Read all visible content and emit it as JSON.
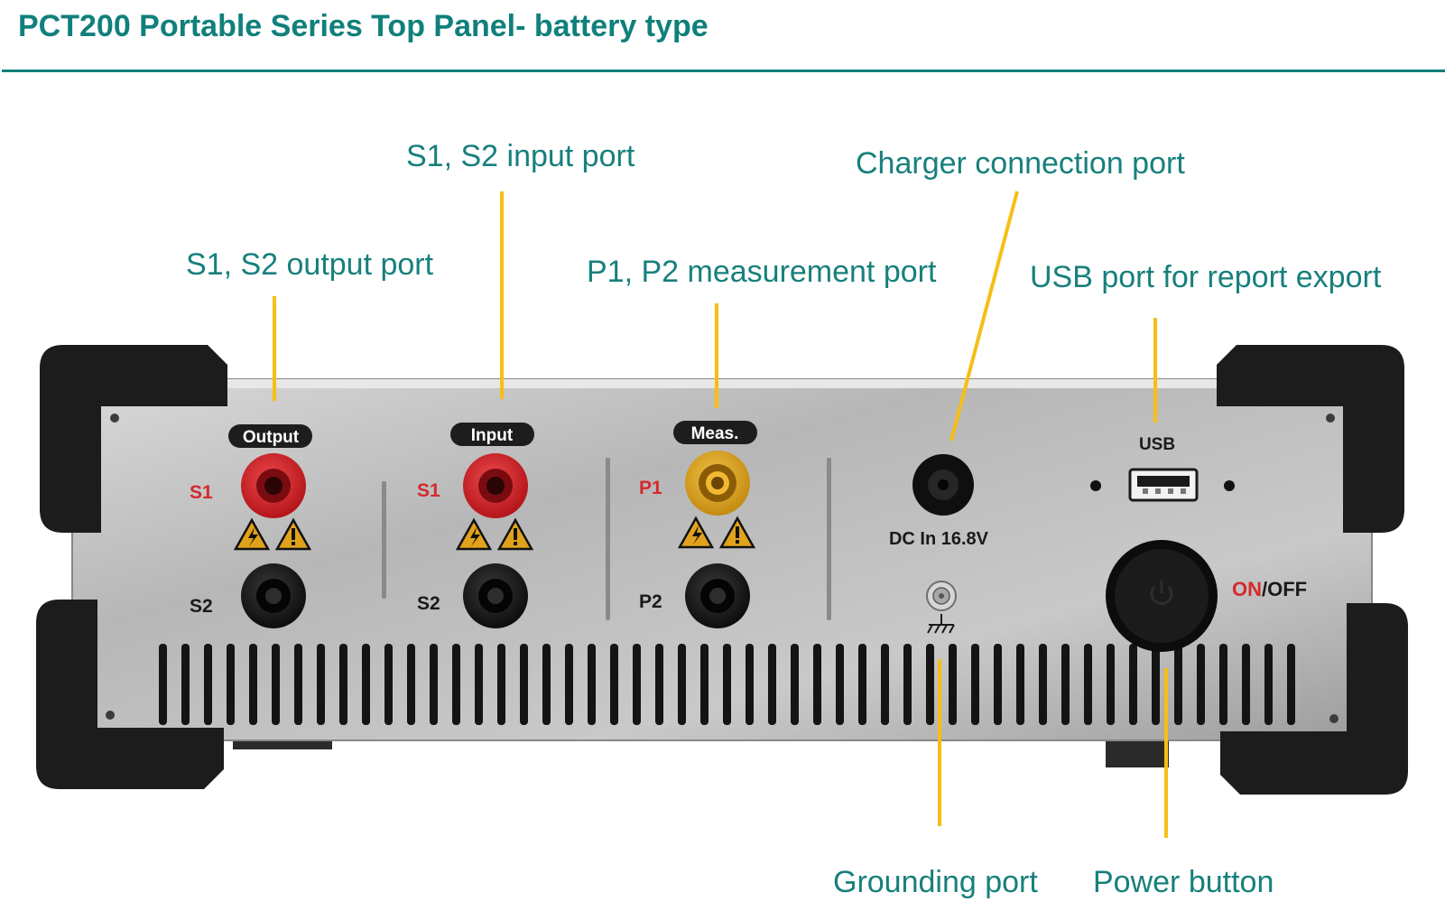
{
  "page_title": "PCT200 Portable Series Top Panel- battery type",
  "callouts": {
    "output_port": "S1, S2 output port",
    "input_port": "S1, S2 input port",
    "measurement_port": "P1, P2 measurement port",
    "charger_port": "Charger connection port",
    "usb_port": "USB port for report export",
    "grounding_port": "Grounding port",
    "power_button": "Power button"
  },
  "panel": {
    "output_badge": "Output",
    "input_badge": "Input",
    "meas_badge": "Meas.",
    "output_s1": "S1",
    "output_s2": "S2",
    "input_s1": "S1",
    "input_s2": "S2",
    "meas_p1": "P1",
    "meas_p2": "P2",
    "dc_in": "DC In 16.8V",
    "usb": "USB",
    "on": "ON",
    "slash": "/",
    "off": "OFF"
  },
  "colors": {
    "brand_teal": "#10807c",
    "leader_yellow": "#f5bf16",
    "terminal_red": "#d42a2d",
    "terminal_yellow": "#e0a81c",
    "label_red": "#d42a2d"
  },
  "icons": [
    "warning-lightning-icon",
    "warning-exclamation-icon",
    "ground-icon",
    "power-icon"
  ]
}
